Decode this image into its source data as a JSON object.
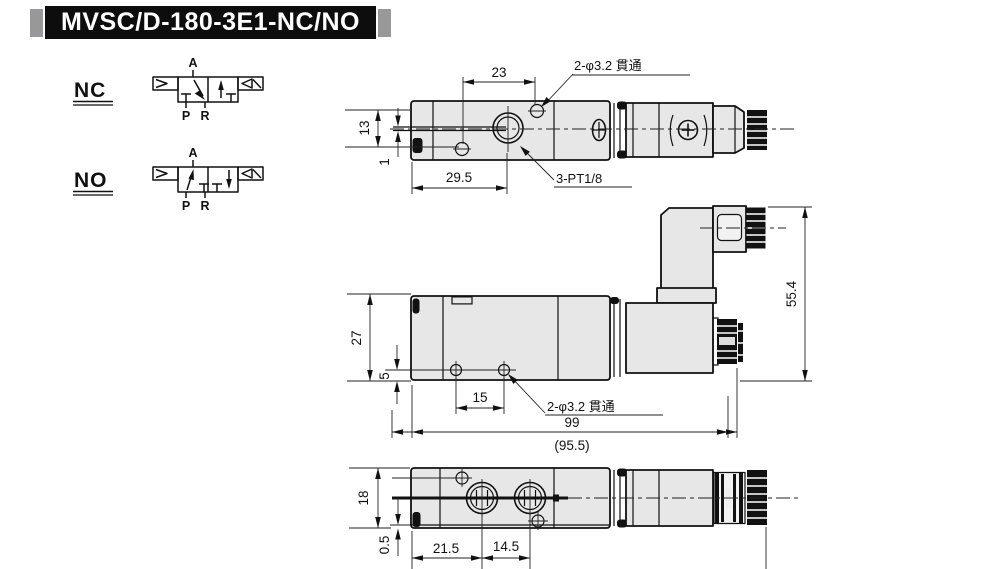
{
  "title": "MVSC/D-180-3E1-NC/NO",
  "colors": {
    "banner_bg": "#0d0d0d",
    "banner_tab": "#98989a",
    "banner_text": "#ffffff",
    "body_fill": "#e7e7e7",
    "line": "#111111"
  },
  "symbols": {
    "nc": {
      "label": "NC",
      "port_a": "A",
      "port_p": "P",
      "port_r": "R"
    },
    "no": {
      "label": "NO",
      "port_a": "A",
      "port_p": "P",
      "port_r": "R"
    }
  },
  "views": {
    "top": {
      "dim_hole_spacing": "23",
      "dim_width": "13",
      "dim_surface": "1",
      "dim_port_center": "29.5",
      "label_through_holes": "2-φ3.2 貫通",
      "label_ports": "3-PT1/8"
    },
    "side": {
      "dim_body_height": "27",
      "dim_hole_height": "5",
      "dim_hole_spacing": "15",
      "dim_total_height": "55.4",
      "dim_total_length": "99",
      "dim_total_length_alt": "(95.5)",
      "label_through_holes": "2-φ3.2 貫通"
    },
    "bottom": {
      "dim_width": "18",
      "dim_surface": "0.5",
      "dim_port1": "21.5",
      "dim_port_spacing": "14.5"
    }
  }
}
